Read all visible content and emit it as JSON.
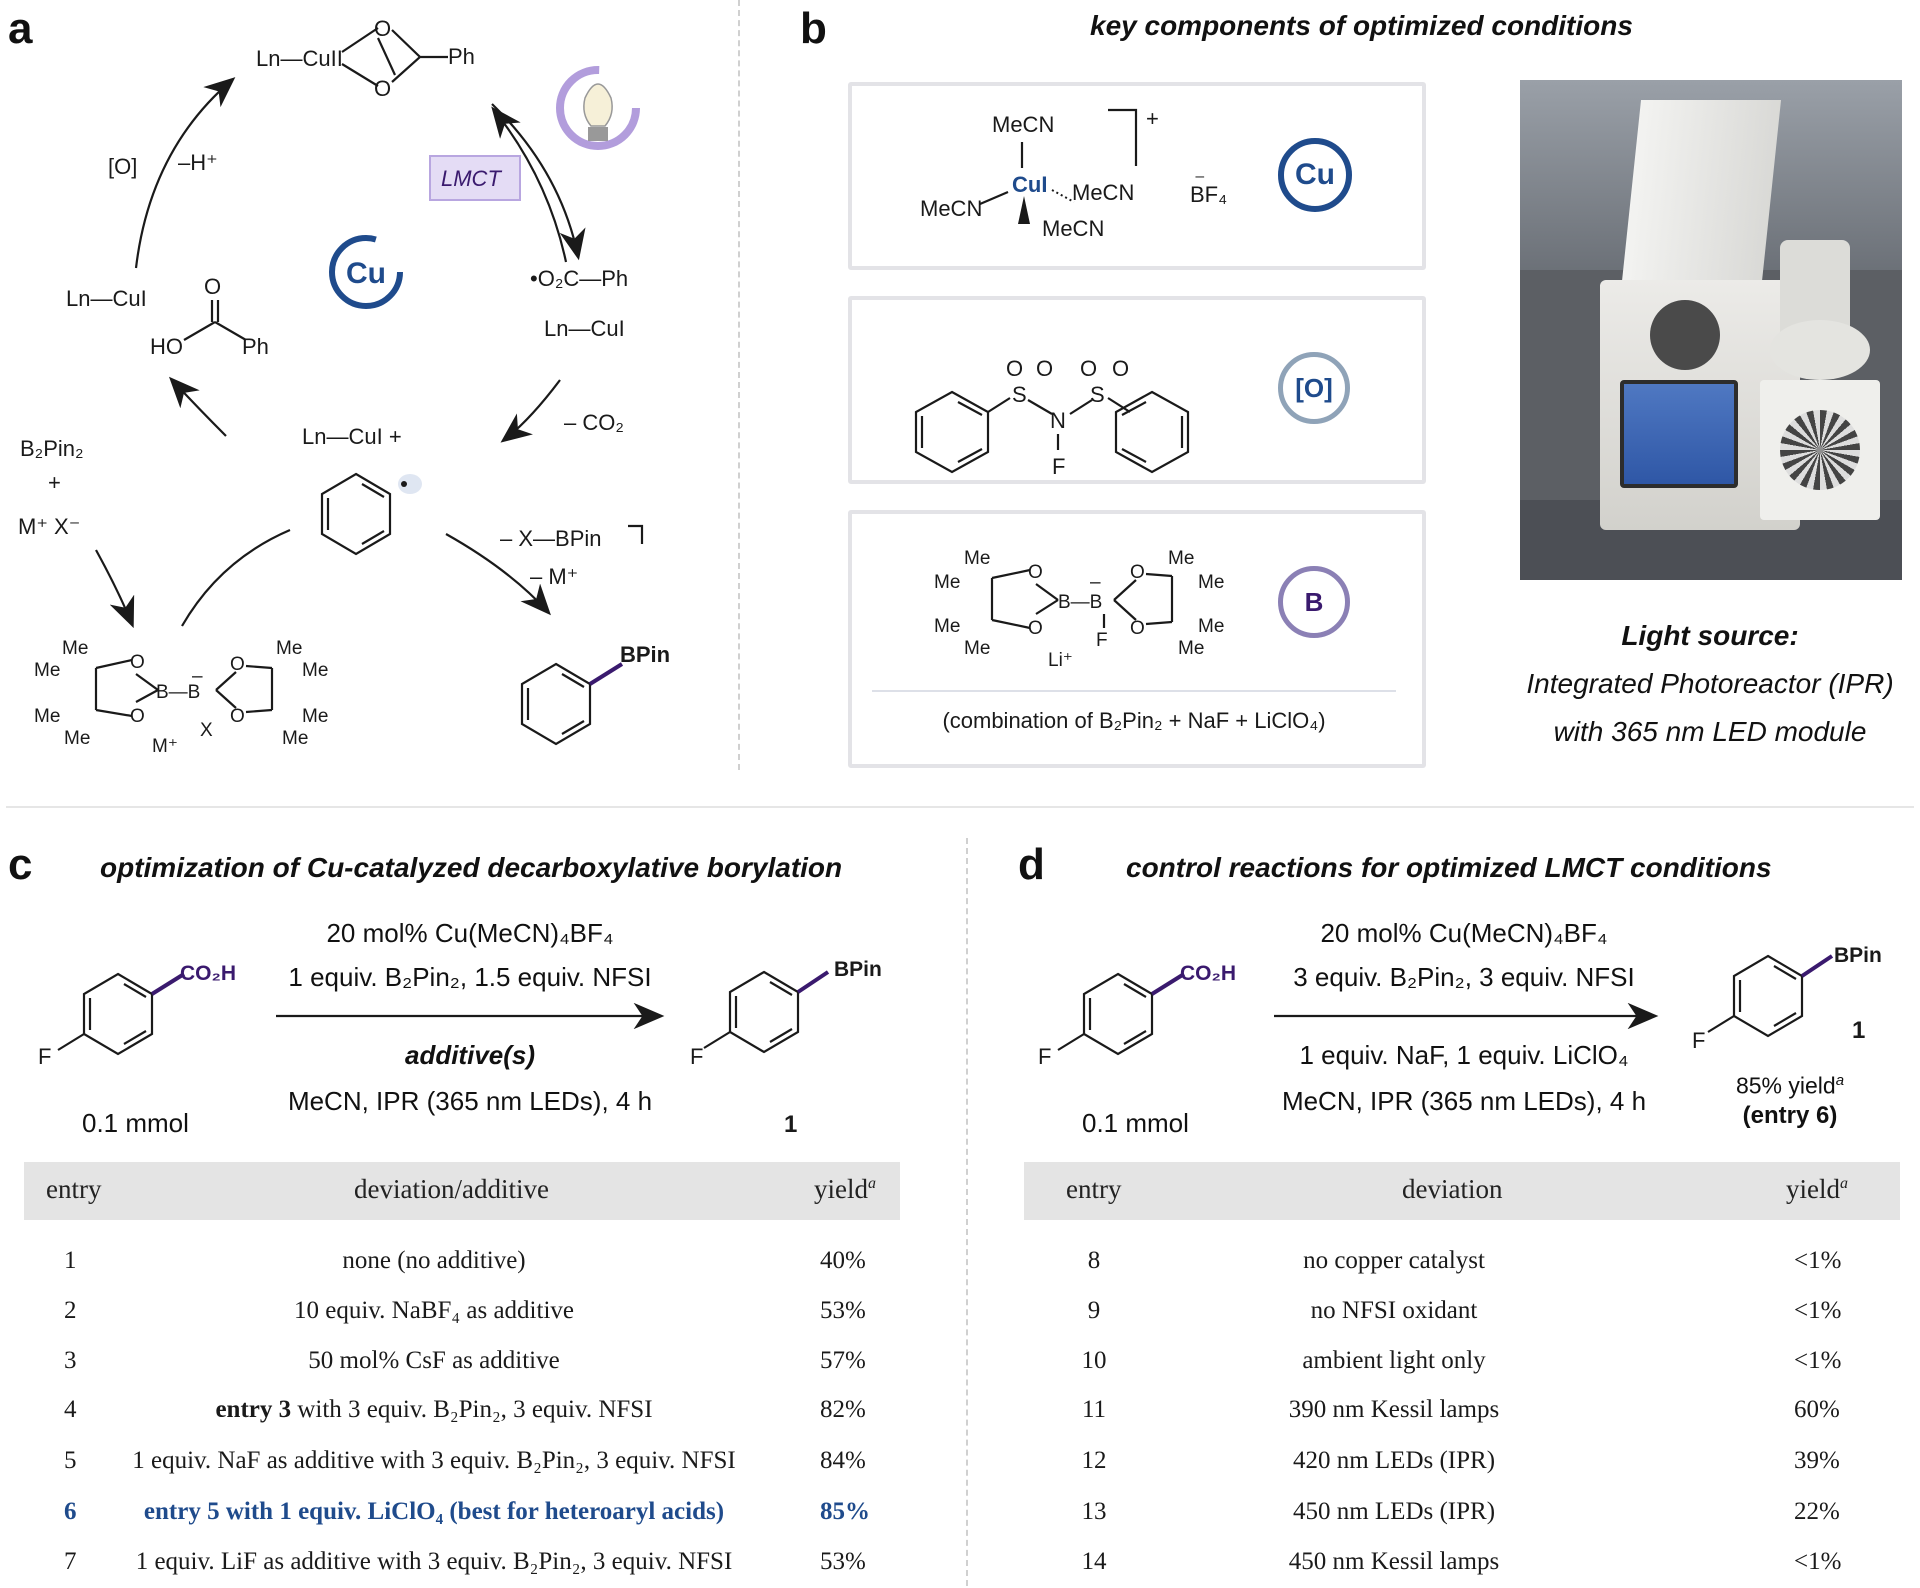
{
  "panels": {
    "a": {
      "letter": "a",
      "labels": {
        "cu2": "Ln—CuII",
        "ph_top": "Ph",
        "oxidant": "[O]",
        "minus_h": "–H⁺",
        "lmct": "LMCT",
        "cu_badge": "Cu",
        "radical": "•O₂C—Ph",
        "lncu_right": "Ln—CuI",
        "minus_co2": "– CO₂",
        "lncu_left": "Ln—CuI",
        "ho": "HO",
        "ph_acid": "Ph",
        "o_acid": "O",
        "lncu_center": "Ln—CuI +",
        "b2pin2": "B₂Pin₂",
        "plus": "+",
        "mx": "M⁺ X⁻",
        "x_bpin": "– X—BPin",
        "minus_m": "– M⁺",
        "bpin": "BPin",
        "ate_me": "Me",
        "ate_m": "M⁺",
        "ate_x": "X"
      }
    },
    "b": {
      "letter": "b",
      "title": "key components of optimized conditions",
      "box1": {
        "mecn_top": "MeCN",
        "cu": "CuI",
        "mecn_right": "MeCN",
        "mecn_left": "MeCN",
        "mecn_bottom": "MeCN",
        "bf4": "BF₄",
        "charge": "+",
        "badge": "Cu"
      },
      "box2": {
        "badge": "[O]",
        "n": "N",
        "f": "F",
        "s": "S",
        "o": "O"
      },
      "box3": {
        "badge": "B",
        "li": "Li⁺",
        "f": "F",
        "combo": "(combination of B₂Pin₂  +  NaF  +  LiClO₄)"
      },
      "light": {
        "title": "Light source:",
        "line1": "Integrated Photoreactor (IPR)",
        "line2": "with 365 nm LED module"
      }
    },
    "c": {
      "letter": "c",
      "title": "optimization of Cu-catalyzed decarboxylative borylation",
      "scheme": {
        "co2h": "CO₂H",
        "f": "F",
        "amount": "0.1 mmol",
        "line1": "20 mol% Cu(MeCN)₄BF₄",
        "line2": "1 equiv. B₂Pin₂, 1.5 equiv. NFSI",
        "line3": "additive(s)",
        "line4": "MeCN, IPR (365 nm LEDs), 4 h",
        "bpin": "BPin",
        "product_f": "F",
        "product_num": "1"
      },
      "table": {
        "headers": {
          "entry": "entry",
          "deviation": "deviation/additive",
          "yield": "yield",
          "yield_sup": "a"
        },
        "rows": [
          {
            "entry": "1",
            "bold": "",
            "text": "none (no additive)",
            "yield": "40%"
          },
          {
            "entry": "2",
            "bold": "",
            "text": "10 equiv. NaBF₄ as additive",
            "yield": "53%"
          },
          {
            "entry": "3",
            "bold": "",
            "text": "50 mol% CsF as additive",
            "yield": "57%"
          },
          {
            "entry": "4",
            "bold": "entry 3",
            "text": " with 3 equiv. B₂Pin₂, 3 equiv. NFSI",
            "yield": "82%"
          },
          {
            "entry": "5",
            "bold": "",
            "text": "1 equiv. NaF as additive with 3 equiv. B₂Pin₂, 3 equiv. NFSI",
            "yield": "84%"
          },
          {
            "entry": "6",
            "bold": "entry 5",
            "text": " with 1 equiv. LiClO₄ (best for heteroaryl acids)",
            "yield": "85%",
            "highlight": true
          },
          {
            "entry": "7",
            "bold": "",
            "text": "1 equiv. LiF as additive with 3 equiv. B₂Pin₂, 3 equiv. NFSI",
            "yield": "53%"
          }
        ]
      }
    },
    "d": {
      "letter": "d",
      "title": "control reactions for optimized LMCT conditions",
      "scheme": {
        "co2h": "CO₂H",
        "f": "F",
        "amount": "0.1 mmol",
        "line1": "20 mol% Cu(MeCN)₄BF₄",
        "line2": "3 equiv. B₂Pin₂, 3 equiv. NFSI",
        "line3": "1 equiv. NaF, 1 equiv. LiClO₄",
        "line4": "MeCN, IPR (365 nm LEDs), 4 h",
        "bpin": "BPin",
        "product_f": "F",
        "product_num": "1",
        "yield": "85% yield",
        "yield_sup": "a",
        "entry_ref": "(entry 6)"
      },
      "table": {
        "headers": {
          "entry": "entry",
          "deviation": "deviation",
          "yield": "yield",
          "yield_sup": "a"
        },
        "rows": [
          {
            "entry": "8",
            "text": "no copper catalyst",
            "yield": "<1%"
          },
          {
            "entry": "9",
            "text": "no NFSI oxidant",
            "yield": "<1%"
          },
          {
            "entry": "10",
            "text": "ambient light only",
            "yield": "<1%"
          },
          {
            "entry": "11",
            "text": "390 nm Kessil lamps",
            "yield": "60%"
          },
          {
            "entry": "12",
            "text": "420 nm LEDs (IPR)",
            "yield": "39%"
          },
          {
            "entry": "13",
            "text": "450 nm LEDs (IPR)",
            "yield": "22%"
          },
          {
            "entry": "14",
            "text": "450 nm Kessil lamps",
            "yield": "<1%"
          }
        ]
      }
    }
  },
  "colors": {
    "accent_blue": "#1f4b8c",
    "purple": "#3a1a6e",
    "lmct_fill": "#e4dcf5",
    "badge_grey": "#8fa3b8",
    "badge_purple": "#8b80b5"
  }
}
